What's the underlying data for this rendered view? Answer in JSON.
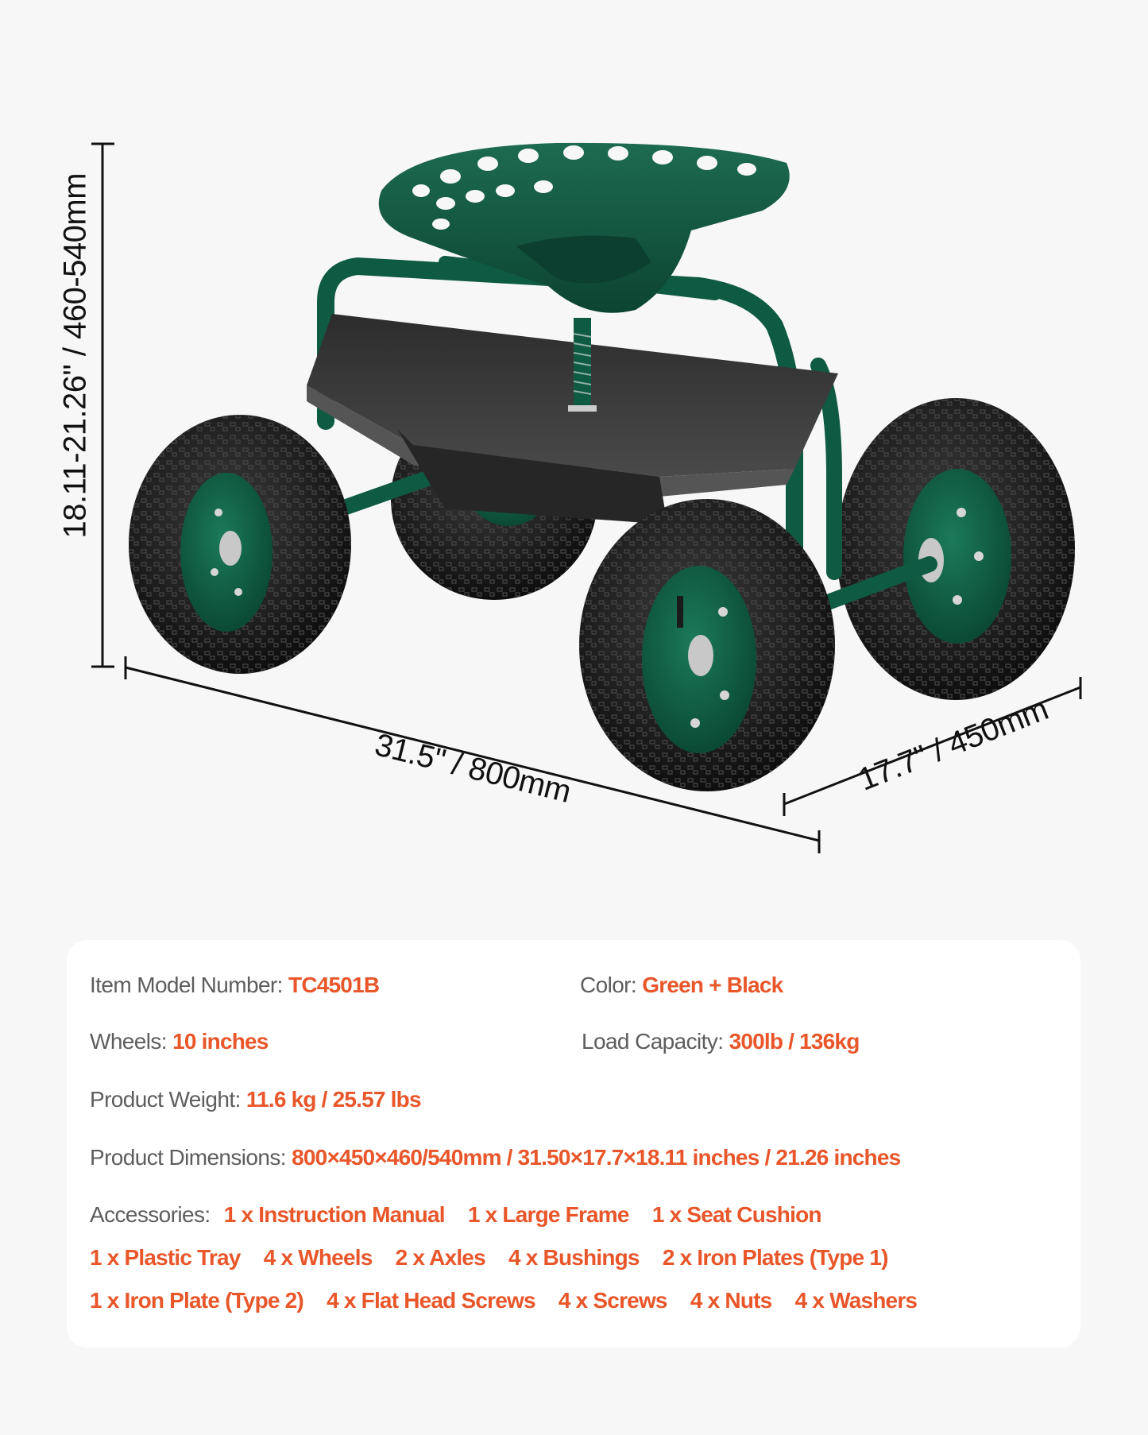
{
  "colors": {
    "background": "#f7f7f7",
    "card": "#ffffff",
    "label": "#5d5d5d",
    "accent": "#e8562a",
    "frame_green": "#0f5a42",
    "tire_black": "#1c1c1c",
    "dimension_line": "#111111"
  },
  "product_image": {
    "subject": "garden-rolling-work-seat",
    "parts": [
      "tractor-seat-with-holes",
      "green-tubular-frame",
      "black-plastic-tray",
      "height-adjust-screw",
      "four-pneumatic-wheels"
    ]
  },
  "dimensions": {
    "height": "18.11-21.26\" / 460-540mm",
    "length": "31.5\" / 800mm",
    "width": "17.7\" / 450mm"
  },
  "specs": {
    "model": {
      "label": "Item Model Number:",
      "value": "TC4501B"
    },
    "color": {
      "label": "Color:",
      "value": "Green + Black"
    },
    "wheels": {
      "label": "Wheels:",
      "value": "10 inches"
    },
    "load": {
      "label": "Load Capacity:",
      "value": "300lb / 136kg"
    },
    "weight": {
      "label": "Product Weight:",
      "value": "11.6 kg / 25.57 lbs"
    },
    "product_dimensions": {
      "label": "Product Dimensions:",
      "value": "800×450×460/540mm / 31.50×17.7×18.11 inches / 21.26 inches"
    },
    "accessories": {
      "label": "Accessories:",
      "line1": [
        "1 x Instruction Manual",
        "1 x Large Frame",
        "1 x Seat Cushion"
      ],
      "line2": [
        "1 x Plastic Tray",
        "4 x Wheels",
        "2 x Axles",
        "4 x Bushings",
        "2 x Iron Plates (Type 1)"
      ],
      "line3": [
        "1 x Iron Plate (Type 2)",
        "4 x Flat Head Screws",
        "4 x Screws",
        "4 x Nuts",
        "4 x Washers"
      ]
    }
  }
}
